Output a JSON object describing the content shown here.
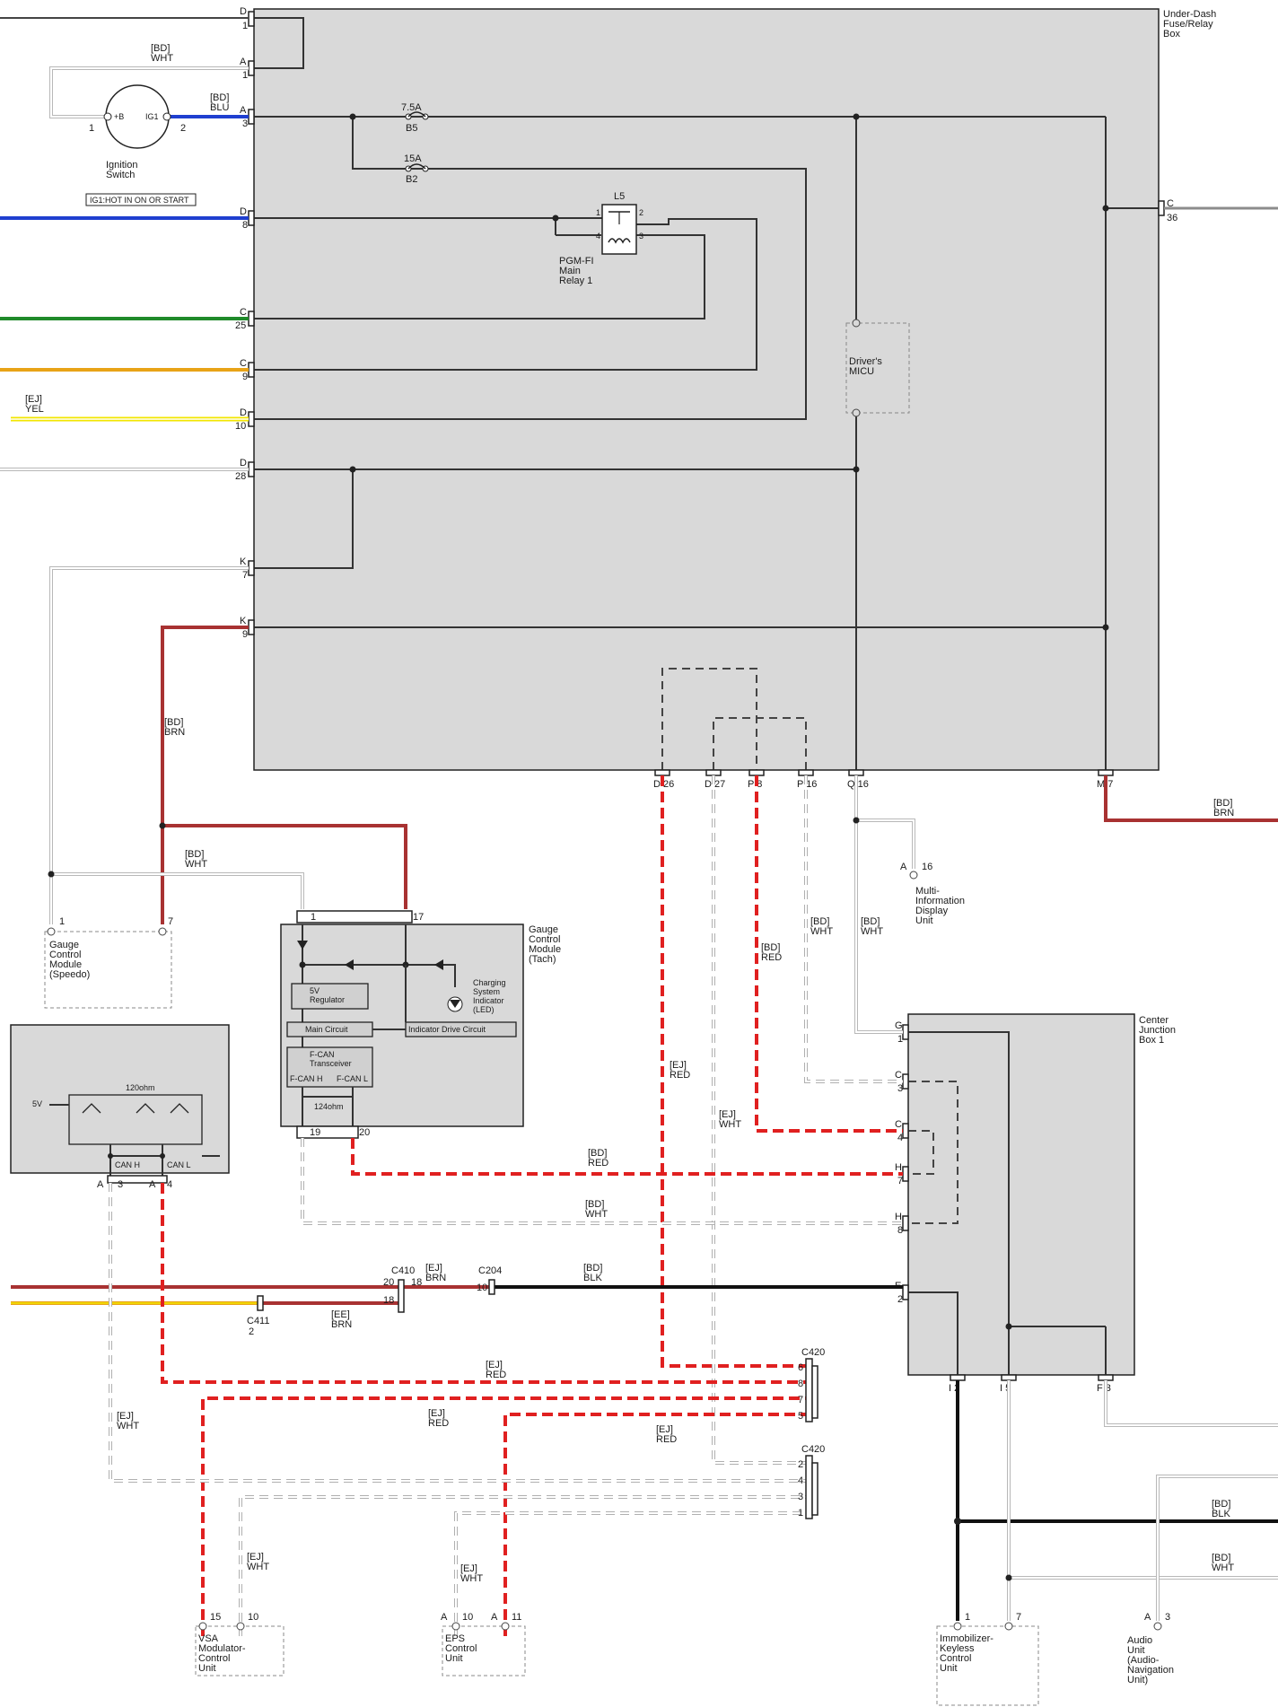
{
  "colors": {
    "blue": "#1f3fd0",
    "green": "#1f8a2a",
    "orange": "#e8a317",
    "yellow": "#f2e600",
    "brown": "#a83232",
    "red": "#e02020",
    "black": "#111111",
    "gray": "#8c8c8c",
    "white_wire": "#b8b8b8",
    "box_fill": "#d9d9d9"
  },
  "fuse_box": {
    "name": [
      "Under-Dash",
      "Fuse/Relay",
      "Box"
    ]
  },
  "left_pins": [
    {
      "letter": "D",
      "num": "1"
    },
    {
      "letter": "A",
      "num": "1"
    },
    {
      "letter": "A",
      "num": "3"
    },
    {
      "letter": "D",
      "num": "8"
    },
    {
      "letter": "C",
      "num": "25"
    },
    {
      "letter": "C",
      "num": "9"
    },
    {
      "letter": "D",
      "num": "10"
    },
    {
      "letter": "D",
      "num": "28"
    },
    {
      "letter": "K",
      "num": "7"
    },
    {
      "letter": "K",
      "num": "9"
    }
  ],
  "right_pin": {
    "letter": "C",
    "num": "36"
  },
  "bottom_pins": [
    {
      "label": "D 26"
    },
    {
      "label": "D 27"
    },
    {
      "label": "P 8"
    },
    {
      "label": "P 16"
    },
    {
      "label": "Q 16"
    },
    {
      "label": "M 7"
    }
  ],
  "fuses": [
    {
      "rating": "7.5A",
      "id": "B5"
    },
    {
      "rating": "15A",
      "id": "B2"
    }
  ],
  "relay": {
    "id": "L5",
    "name": [
      "PGM-FI",
      "Main",
      "Relay 1"
    ],
    "pins": [
      "1",
      "2",
      "4",
      "3"
    ]
  },
  "micu": {
    "name": [
      "Driver's",
      "MICU"
    ]
  },
  "ignition": {
    "name": [
      "Ignition",
      "Switch"
    ],
    "note": "IG1:HOT IN ON OR START",
    "pin1": "1",
    "pin2": "2",
    "plus_b": "+B",
    "ig1": "IG1"
  },
  "wire_labels": {
    "bd_wht_top": [
      "[BD]",
      "WHT"
    ],
    "bd_blu": [
      "[BD]",
      "BLU"
    ],
    "ej_yel": [
      "[EJ]",
      "YEL"
    ],
    "bd_brn_left": [
      "[BD]",
      "BRN"
    ],
    "bd_wht_mid": [
      "[BD]",
      "WHT"
    ],
    "bd_brn_right": [
      "[BD]",
      "BRN"
    ],
    "ej_red_1": [
      "[EJ]",
      "RED"
    ],
    "ej_wht_1": [
      "[EJ]",
      "WHT"
    ],
    "bd_red": [
      "[BD]",
      "RED"
    ],
    "bd_wht_p16": [
      "[BD]",
      "WHT"
    ],
    "bd_wht_q16": [
      "[BD]",
      "WHT"
    ],
    "bd_red_gauge": [
      "[BD]",
      "RED"
    ],
    "bd_wht_gauge": [
      "[BD]",
      "WHT"
    ],
    "ej_brn": [
      "[EJ]",
      "BRN"
    ],
    "bd_blk": [
      "[BD]",
      "BLK"
    ],
    "ee_brn": [
      "[EE]",
      "BRN"
    ],
    "ej_red_vsa": [
      "[EJ]",
      "RED"
    ],
    "ej_red_2": [
      "[EJ]",
      "RED"
    ],
    "ej_red_eps": [
      "[EJ]",
      "RED"
    ],
    "ej_wht_left": [
      "[EJ]",
      "WHT"
    ],
    "ej_wht_vsa": [
      "[EJ]",
      "WHT"
    ],
    "ej_wht_eps": [
      "[EJ]",
      "WHT"
    ],
    "bd_blk_right": [
      "[BD]",
      "BLK"
    ],
    "bd_wht_right": [
      "[BD]",
      "WHT"
    ]
  },
  "mid_unit": {
    "name": [
      "Multi-",
      "Information",
      "Display",
      "Unit"
    ],
    "pin_letter": "A",
    "pin_num": "16"
  },
  "speedo": {
    "name": [
      "Gauge",
      "Control",
      "Module",
      "(Speedo)"
    ],
    "pins": [
      "1",
      "7"
    ]
  },
  "tach": {
    "name": [
      "Gauge",
      "Control",
      "Module",
      "(Tach)"
    ],
    "pins_top": [
      "1",
      "17"
    ],
    "pins_bottom": [
      "19",
      "20"
    ],
    "regulator": [
      "5V",
      "Regulator"
    ],
    "main_circuit": "Main Circuit",
    "indicator_drive": "Indicator Drive Circuit",
    "fcan": [
      "F-CAN",
      "Transceiver"
    ],
    "fcan_h": "F-CAN H",
    "fcan_l": "F-CAN L",
    "resistor": "124ohm",
    "charging": [
      "Charging",
      "System",
      "Indicator",
      "(LED)"
    ]
  },
  "left_unit": {
    "resistor": "120ohm",
    "five_v": "5V",
    "can_h": "CAN H",
    "can_l": "CAN L",
    "pins": [
      {
        "letter": "A",
        "num": "3"
      },
      {
        "letter": "A",
        "num": "4"
      }
    ]
  },
  "cjb": {
    "name": [
      "Center",
      "Junction",
      "Box 1"
    ],
    "left_pins": [
      {
        "letter": "G",
        "num": "1"
      },
      {
        "letter": "C",
        "num": "3"
      },
      {
        "letter": "C",
        "num": "4"
      },
      {
        "letter": "H",
        "num": "7"
      },
      {
        "letter": "H",
        "num": "8"
      },
      {
        "letter": "E",
        "num": "2"
      }
    ],
    "bottom_pins": [
      {
        "label": "I 2"
      },
      {
        "label": "I 5"
      },
      {
        "label": "F 3"
      }
    ]
  },
  "connectors": {
    "c410": {
      "name": "C410",
      "pins": [
        "20",
        "18",
        "18"
      ]
    },
    "c411": {
      "name": "C411",
      "pin": "2"
    },
    "c204": {
      "name": "C204",
      "pin": "10"
    },
    "c420a": {
      "name": "C420",
      "pins": [
        "6",
        "8",
        "7",
        "5"
      ]
    },
    "c420b": {
      "name": "C420",
      "pins": [
        "2",
        "4",
        "3",
        "1"
      ]
    }
  },
  "vsa": {
    "name": [
      "VSA",
      "Modulator-",
      "Control",
      "Unit"
    ],
    "pins": [
      "15",
      "10"
    ]
  },
  "eps": {
    "name": [
      "EPS",
      "Control",
      "Unit"
    ],
    "pins": [
      {
        "letter": "A",
        "num": "10"
      },
      {
        "letter": "A",
        "num": "11"
      }
    ]
  },
  "immobilizer": {
    "name": [
      "Immobilizer-",
      "Keyless",
      "Control",
      "Unit"
    ],
    "pins": [
      "1",
      "7"
    ]
  },
  "audio": {
    "name": [
      "Audio",
      "Unit",
      "(Audio-",
      "Navigation",
      "Unit)"
    ],
    "pin_letter": "A",
    "pin_num": "3"
  }
}
